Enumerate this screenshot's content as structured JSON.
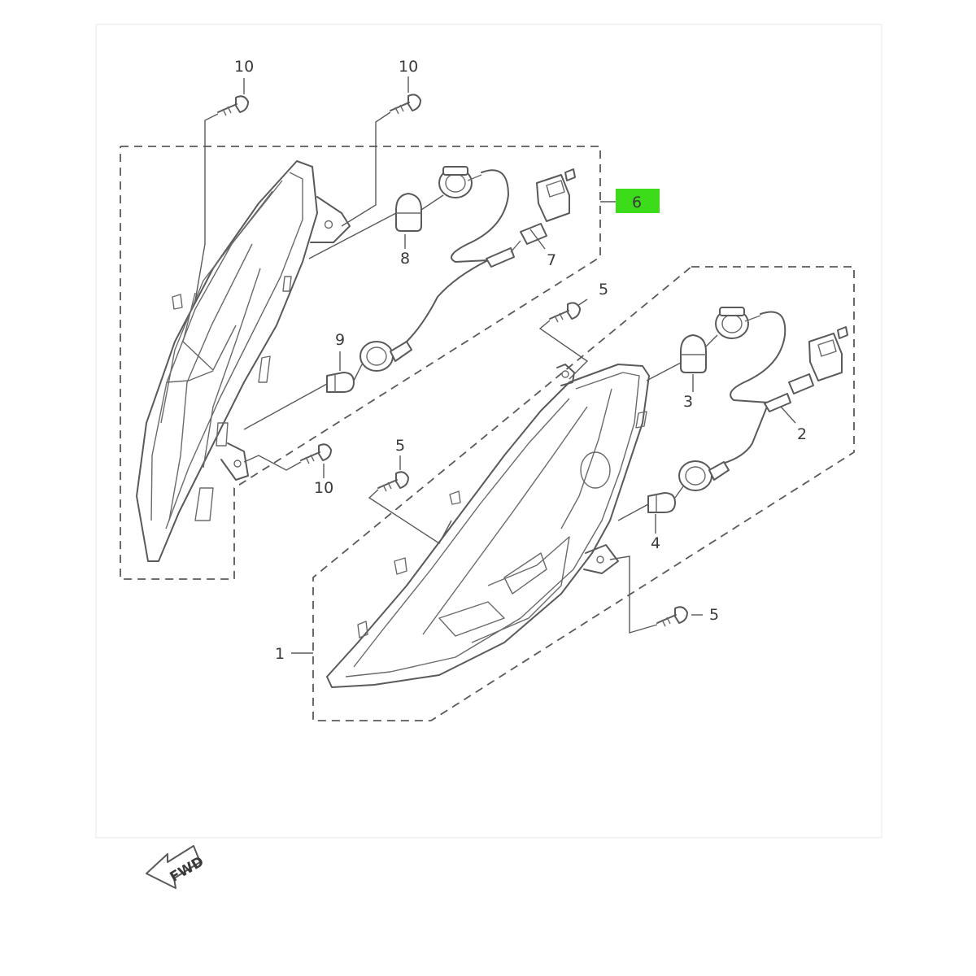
{
  "diagram": {
    "highlight_color": "#3ddc1a",
    "callouts": {
      "p1": "1",
      "p2": "2",
      "p3": "3",
      "p4": "4",
      "p5a": "5",
      "p5b": "5",
      "p5c": "5",
      "p6": "6",
      "p7": "7",
      "p8": "8",
      "p9": "9",
      "p10a": "10",
      "p10b": "10",
      "p10c": "10"
    },
    "direction_label": "FWD"
  }
}
